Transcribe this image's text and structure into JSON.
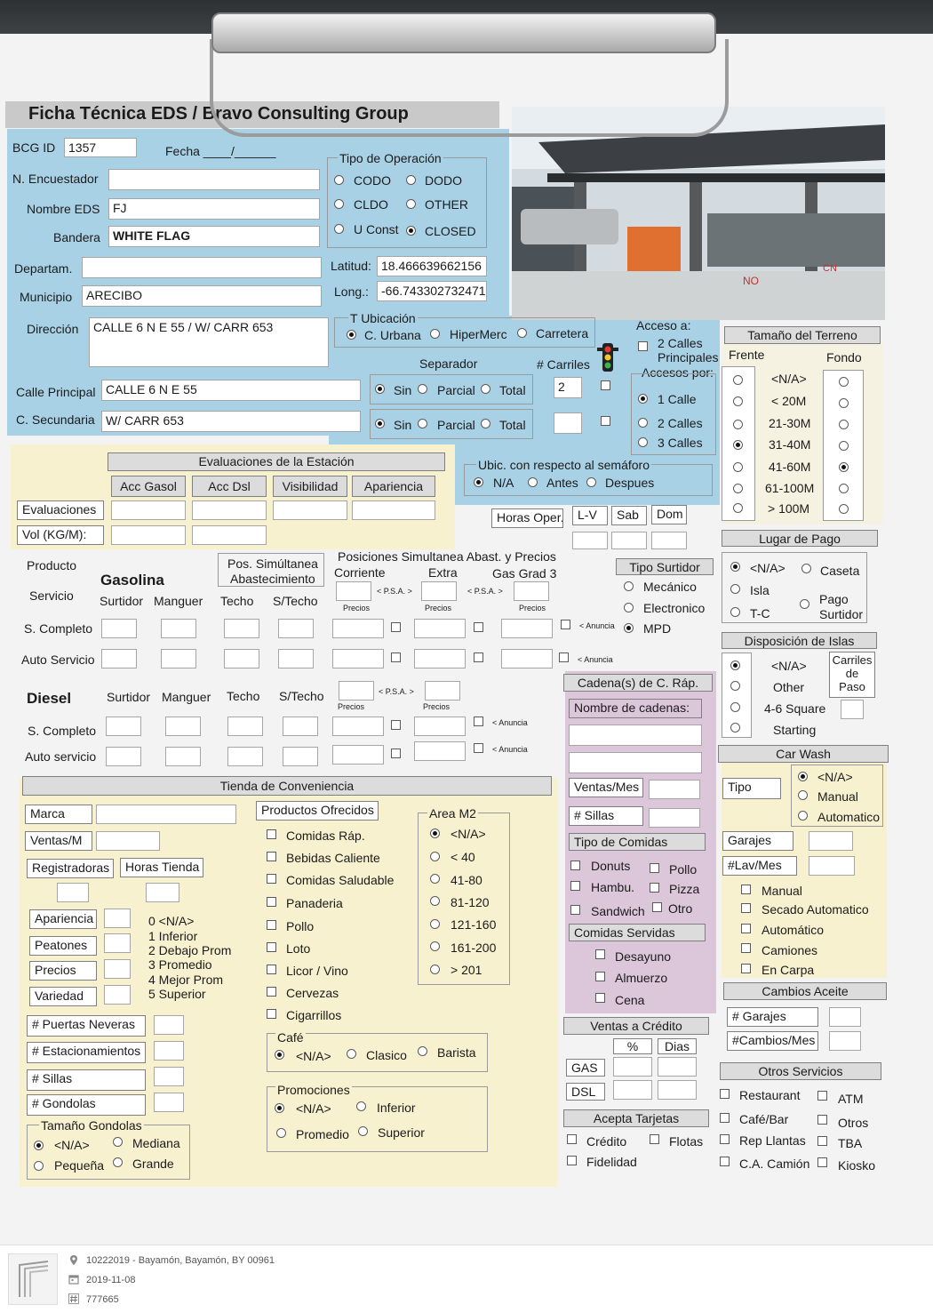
{
  "header": {
    "title": "Ficha Técnica EDS / Bravo Consulting Group"
  },
  "general": {
    "bcg_label": "BCG ID",
    "bcg_id": "1357",
    "fecha_label": "Fecha ____/______",
    "encuestador_label": "N. Encuestador",
    "nombre_label": "Nombre EDS",
    "nombre": "FJ",
    "bandera_label": "Bandera",
    "bandera": "WHITE FLAG",
    "departam_label": "Departam.",
    "municipio_label": "Municipio",
    "municipio": "ARECIBO",
    "direccion_label": "Dirección",
    "direccion": "CALLE 6 N E 55 / W/ CARR 653",
    "latitud_label": "Latitud:",
    "latitud": "18.466639662156",
    "longitud_label": "Long.:",
    "longitud": "-66.743302732471",
    "calle_label": "Calle Principal",
    "calle": "CALLE 6 N E 55",
    "secundaria_label": "C. Secundaria",
    "secundaria": "W/ CARR 653"
  },
  "tipo_operacion": {
    "title": "Tipo de Operación",
    "opts": [
      "CODO",
      "DODO",
      "CLDO",
      "OTHER",
      "U Const",
      "CLOSED"
    ]
  },
  "ubicacion": {
    "title": "T Ubicación",
    "opts": [
      "C. Urbana",
      "HiperMerc",
      "Carretera"
    ]
  },
  "separador": {
    "title": "Separador",
    "opts": [
      "Sin",
      "Parcial",
      "Total"
    ],
    "carriles_label": "# Carriles",
    "carriles": "2"
  },
  "acceso": {
    "title": "Acceso a:",
    "calles": "2 Calles",
    "principales": "Principales",
    "accesos_title": "Accesos por:",
    "opts": [
      "1 Calle",
      "2 Calles",
      "3 Calles"
    ]
  },
  "terreno": {
    "title": "Tamaño del Terreno",
    "frente": "Frente",
    "fondo": "Fondo",
    "opts": [
      "<N/A>",
      "< 20M",
      "21-30M",
      "31-40M",
      "41-60M",
      "61-100M",
      "> 100M"
    ]
  },
  "evaluaciones": {
    "title": "Evaluaciones de la Estación",
    "cols": [
      "Acc Gasol",
      "Acc Dsl",
      "Visibilidad",
      "Apariencia"
    ],
    "rows": [
      "Evaluaciones",
      "Vol (KG/M):"
    ]
  },
  "semaforo": {
    "title": "Ubic. con respecto al semáforo",
    "opts": [
      "N/A",
      "Antes",
      "Despues"
    ]
  },
  "horas": {
    "label": "Horas Oper.",
    "cols": [
      "L-V",
      "Sab",
      "Dom"
    ]
  },
  "pago": {
    "title": "Lugar de Pago",
    "opts": [
      "<N/A>",
      "Caseta",
      "Isla",
      "T-C",
      "Pago",
      "Surtidor"
    ]
  },
  "producto": {
    "producto": "Producto",
    "servicio": "Servicio",
    "gasolina": "Gasolina",
    "diesel": "Diesel",
    "pos_title1": "Pos. Simúltanea",
    "pos_title2": "Abastecimiento",
    "pos_header": "Posiciones Simultanea Abast. y Precios",
    "corriente": "Corriente",
    "extra": "Extra",
    "gas_grad": "Gas Grad 3",
    "psa": "< P.S.A. >",
    "precios": "Precios",
    "anuncia": "< Anuncia",
    "cols": [
      "Surtidor",
      "Manguer",
      "Techo",
      "S/Techo"
    ],
    "rows_g": [
      "S. Completo",
      "Auto Servicio"
    ],
    "rows_d": [
      "S. Completo",
      "Auto servicio"
    ]
  },
  "surtidor": {
    "title": "Tipo Surtidor",
    "opts": [
      "Mecánico",
      "Electronico",
      "MPD"
    ]
  },
  "islas": {
    "title": "Disposición de Islas",
    "opts": [
      "<N/A>",
      "Other",
      "4-6 Square",
      "Starting"
    ],
    "carriles": [
      "Carriles",
      "de",
      "Paso"
    ]
  },
  "tienda": {
    "title": "Tienda de Conveniencia",
    "marca": "Marca",
    "ventas": "Ventas/M",
    "registradoras": "Registradoras",
    "horas": "Horas Tienda",
    "eval_labels": [
      "Apariencia",
      "Peatones",
      "Precios",
      "Variedad"
    ],
    "escala": [
      "0 <N/A>",
      "1 Inferior",
      "2 Debajo Prom",
      "3 Promedio",
      "4 Mejor Prom",
      "5 Superior"
    ],
    "counts": [
      "# Puertas Neveras",
      "# Estacionamientos",
      "# Sillas",
      "# Gondolas"
    ],
    "gondolas_title": "Tamaño Gondolas",
    "gondolas": [
      "<N/A>",
      "Mediana",
      "Pequeña",
      "Grande"
    ]
  },
  "productos": {
    "title": "Productos Ofrecidos",
    "items": [
      "Comidas Ráp.",
      "Bebidas Caliente",
      "Comidas Saludable",
      "Panaderia",
      "Pollo",
      "Loto",
      "Licor / Vino",
      "Cervezas",
      "Cigarrillos"
    ]
  },
  "area": {
    "title": "Area M2",
    "opts": [
      "<N/A>",
      "< 40",
      "41-80",
      "81-120",
      "121-160",
      "161-200",
      "> 201"
    ]
  },
  "cafe": {
    "title": "Café",
    "opts": [
      "<N/A>",
      "Clasico",
      "Barista"
    ]
  },
  "promociones": {
    "title": "Promociones",
    "opts": [
      "<N/A>",
      "Inferior",
      "Promedio",
      "Superior"
    ]
  },
  "cadenas": {
    "title": "Cadena(s) de C. Ráp.",
    "nombre": "Nombre de cadenas:",
    "ventas": "Ventas/Mes",
    "sillas": "# Sillas",
    "tipo": "Tipo de Comidas",
    "tipos": [
      "Donuts",
      "Pollo",
      "Hambu.",
      "Pizza",
      "Sandwich",
      "Otro"
    ],
    "servidas": "Comidas Servidas",
    "servidas_opts": [
      "Desayuno",
      "Almuerzo",
      "Cena"
    ]
  },
  "carwash": {
    "title": "Car Wash",
    "tipo": "Tipo",
    "opts": [
      "<N/A>",
      "Manual",
      "Automatico"
    ],
    "garajes": "Garajes",
    "lav": "#Lav/Mes",
    "items": [
      "Manual",
      "Secado Automatico",
      "Automático",
      "Camiones",
      "En Carpa"
    ]
  },
  "aceite": {
    "title": "Cambios Aceite",
    "garajes": "# Garajes",
    "cambios": "#Cambios/Mes"
  },
  "credito": {
    "title": "Ventas a Crédito",
    "pct": "%",
    "dias": "Dias",
    "rows": [
      "GAS",
      "DSL"
    ]
  },
  "tarjetas": {
    "title": "Acepta Tarjetas",
    "items": [
      "Crédito",
      "Flotas",
      "Fidelidad"
    ]
  },
  "otros": {
    "title": "Otros Servicios",
    "items": [
      "Restaurant",
      "ATM",
      "Café/Bar",
      "Otros",
      "Rep Llantas",
      "TBA",
      "C.A. Camión",
      "Kiosko"
    ]
  },
  "footer": {
    "location": "10222019 - Bayamón, Bayamón, BY 00961",
    "date": "2019-11-08",
    "id": "777665"
  }
}
